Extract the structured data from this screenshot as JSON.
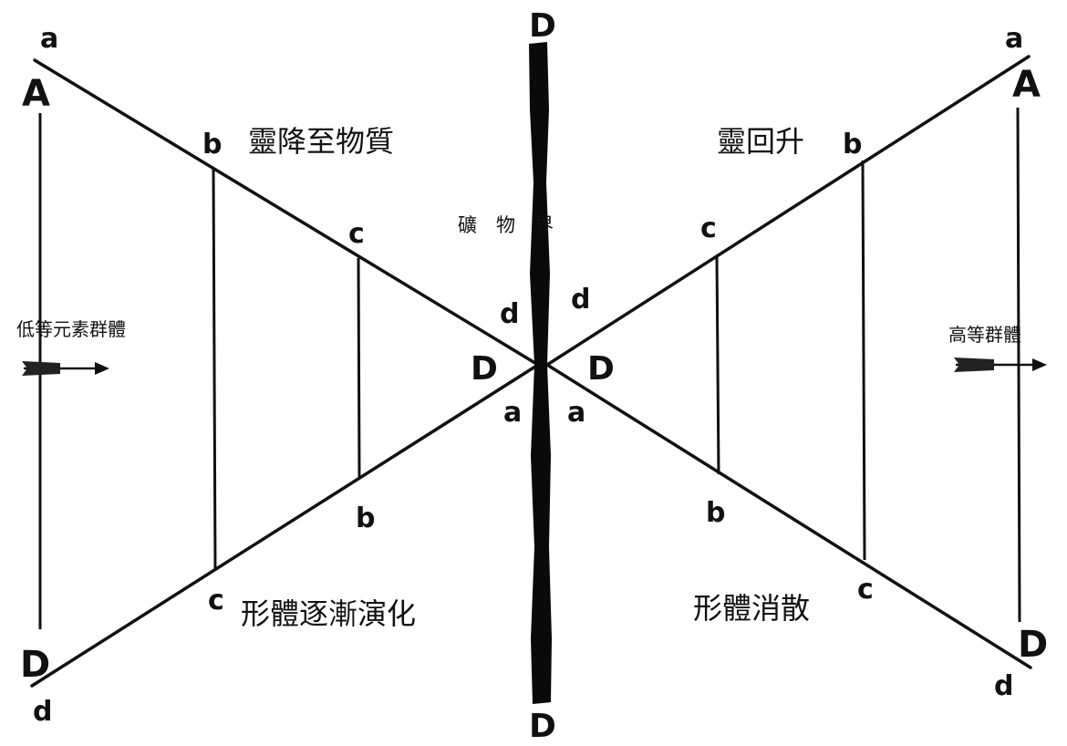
{
  "diagram": {
    "left_captions": {
      "top": "靈降至物質",
      "bottom": "形體逐漸演化",
      "side": "低等元素群體"
    },
    "right_captions": {
      "top": "靈回升",
      "bottom": "形體消散",
      "side": "高等群體"
    },
    "center_caption": "礦　物　界",
    "center_letters": {
      "top": "D",
      "bottom": "D",
      "left_d": "d",
      "right_d": "d",
      "left_D": "D",
      "right_D": "D",
      "left_a": "a",
      "right_a": "a"
    },
    "left_letters": {
      "top_a": "a",
      "top_A": "A",
      "b_top": "b",
      "c_top": "c",
      "b_bottom": "b",
      "c_bottom": "c",
      "bottom_D": "D",
      "bottom_d": "d"
    },
    "right_letters": {
      "top_a": "a",
      "top_A": "A",
      "b_top": "b",
      "c_top": "c",
      "b_bottom": "b",
      "c_bottom": "c",
      "bottom_D": "D",
      "bottom_d": "d"
    }
  }
}
